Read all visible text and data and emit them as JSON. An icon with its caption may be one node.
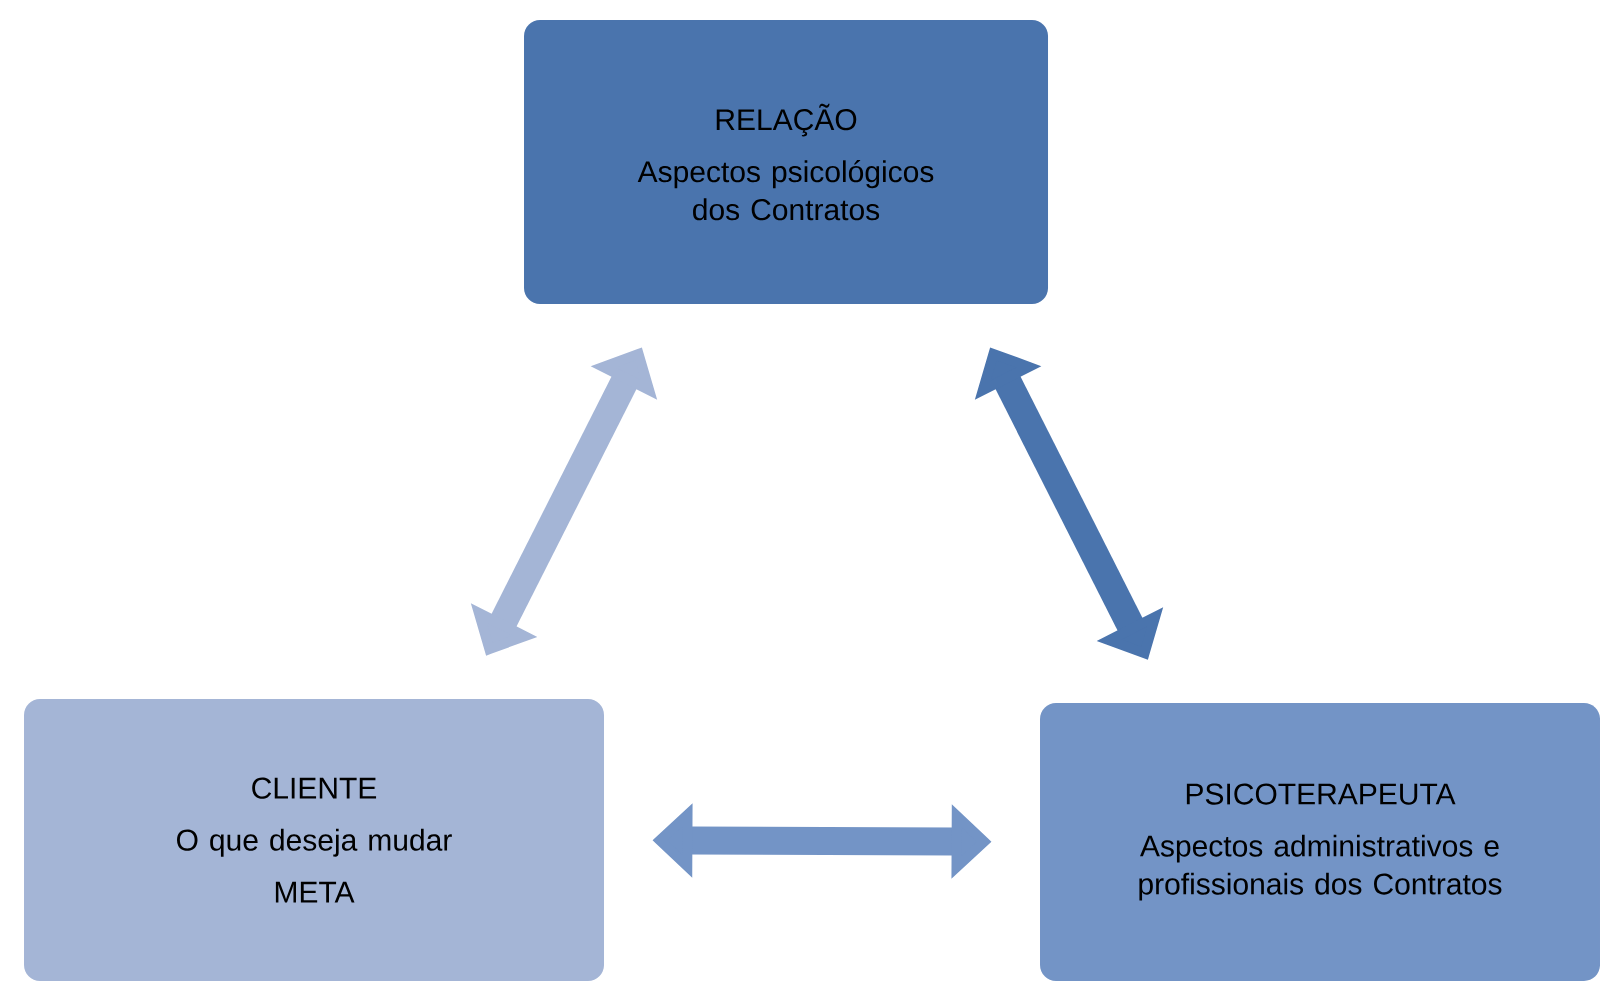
{
  "diagram": {
    "nodes": [
      {
        "text": [
          "RELAÇÃO",
          "Aspectos psicológicos dos Contratos"
        ]
      },
      {
        "text": [
          "CLIENTE",
          "O que deseja mudar",
          "META"
        ]
      },
      {
        "text": [
          "PSICOTERAPEUTA",
          "Aspectos administrativos e profissionais dos Contratos"
        ]
      }
    ],
    "edges": [
      {
        "from": 1,
        "to": 0,
        "arrow": "both",
        "color": "#a4b5d6"
      },
      {
        "from": 0,
        "to": 2,
        "arrow": "both",
        "color": "#4a74ad"
      },
      {
        "from": 1,
        "to": 2,
        "arrow": "both",
        "color": "#7394c6"
      }
    ]
  }
}
